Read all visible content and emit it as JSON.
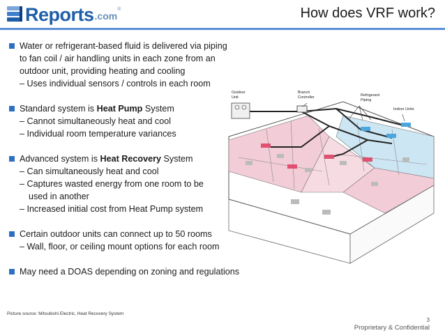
{
  "header": {
    "logo_main": "Reports",
    "logo_suffix": ".com",
    "logo_tm": "®",
    "title": "How does VRF work?",
    "rule_color": "#5a8fd6"
  },
  "bullets": [
    {
      "kind": "main",
      "lines": [
        "Water or refrigerant-based fluid is delivered via piping",
        "to fan coil / air handling units in each zone from an",
        "outdoor unit, providing heating and cooling"
      ]
    },
    {
      "kind": "sub",
      "text": "– Uses individual sensors / controls in each room"
    },
    {
      "kind": "main",
      "prefix": "Standard system is ",
      "bold": "Heat Pump",
      "suffix": " System"
    },
    {
      "kind": "sub",
      "text": "– Cannot simultaneously heat and cool"
    },
    {
      "kind": "sub",
      "text": "– Individual room temperature variances"
    },
    {
      "kind": "main",
      "prefix": "Advanced system is ",
      "bold": "Heat Recovery",
      "suffix": " System"
    },
    {
      "kind": "sub",
      "text": "– Can simultaneously heat and cool"
    },
    {
      "kind": "sub",
      "text": "– Captures wasted energy from one room to be"
    },
    {
      "kind": "sub2",
      "text": "used in another"
    },
    {
      "kind": "sub",
      "text": "– Increased initial cost from Heat Pump system"
    },
    {
      "kind": "main",
      "text": "Certain outdoor units can connect up to 50 rooms"
    },
    {
      "kind": "sub",
      "text": "– Wall, floor, or ceiling mount options for each room"
    },
    {
      "kind": "main",
      "text": "May need a DOAS depending on zoning and regulations"
    }
  ],
  "diagram": {
    "labels": {
      "outdoor_unit": [
        "Outdoor",
        "Unit"
      ],
      "branch_controller": [
        "Branch",
        "Controller"
      ],
      "refrigerant_piping": [
        "Refrigerant",
        "Piping"
      ],
      "indoor_units": "Indoor Units"
    },
    "colors": {
      "heating": "#f2ccd6",
      "cooling": "#cde6f3",
      "pipe": "#222222",
      "unit_red": "#e05070",
      "unit_blue": "#4aa6dc"
    }
  },
  "footer": {
    "source": "Picture source: Mitsubishi Electric, Heat Recovery System",
    "page_number": "3",
    "confidential": "Proprietary & Confidential"
  }
}
